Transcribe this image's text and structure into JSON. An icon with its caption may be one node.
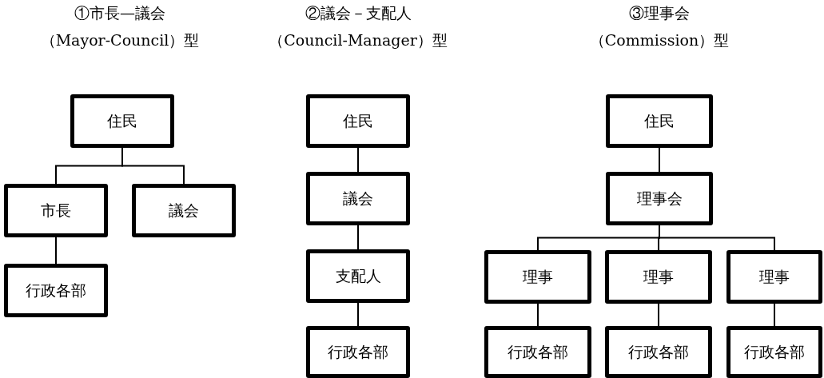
{
  "diagram": {
    "nodes": [
      {
        "text": [
          "住民"
        ]
      },
      {
        "text": [
          "市長"
        ]
      },
      {
        "text": [
          "議会"
        ]
      },
      {
        "text": [
          "行政各部"
        ]
      },
      {
        "text": [
          "住民"
        ]
      },
      {
        "text": [
          "議会"
        ]
      },
      {
        "text": [
          "支配人"
        ]
      },
      {
        "text": [
          "行政各部"
        ]
      },
      {
        "text": [
          "住民"
        ]
      },
      {
        "text": [
          "理事会"
        ]
      },
      {
        "text": [
          "理事"
        ]
      },
      {
        "text": [
          "理事"
        ]
      },
      {
        "text": [
          "理事"
        ]
      },
      {
        "text": [
          "行政各部"
        ]
      },
      {
        "text": [
          "行政各部"
        ]
      },
      {
        "text": [
          "行政各部"
        ]
      }
    ],
    "edges": [
      {
        "from": 0,
        "to": 1,
        "arrow": "none"
      },
      {
        "from": 0,
        "to": 2,
        "arrow": "none"
      },
      {
        "from": 1,
        "to": 3,
        "arrow": "none"
      },
      {
        "from": 4,
        "to": 5,
        "arrow": "none"
      },
      {
        "from": 5,
        "to": 6,
        "arrow": "none"
      },
      {
        "from": 6,
        "to": 7,
        "arrow": "none"
      },
      {
        "from": 8,
        "to": 9,
        "arrow": "none"
      },
      {
        "from": 9,
        "to": 10,
        "arrow": "none"
      },
      {
        "from": 9,
        "to": 11,
        "arrow": "none"
      },
      {
        "from": 9,
        "to": 12,
        "arrow": "none"
      },
      {
        "from": 10,
        "to": 13,
        "arrow": "none"
      },
      {
        "from": 11,
        "to": 14,
        "arrow": "none"
      },
      {
        "from": 12,
        "to": 15,
        "arrow": "none"
      }
    ],
    "labels": [
      "①市長—議会",
      "（Mayor-Council）型",
      "②議会－支配人",
      "（Council-Manager）型",
      "③理事会",
      "（Commission）型"
    ]
  }
}
